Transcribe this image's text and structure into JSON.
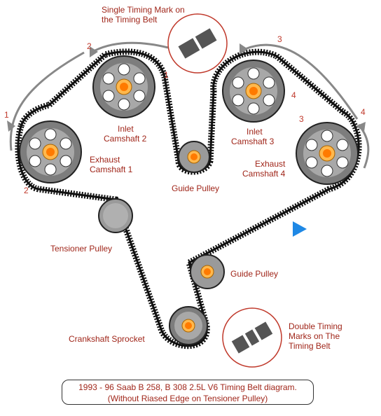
{
  "labels": {
    "single_mark": [
      "Single Timing Mark on",
      "the Timing Belt"
    ],
    "double_mark": [
      "Double Timing",
      "Marks on The",
      "Timing Belt"
    ],
    "inlet2": [
      "Inlet",
      "Camshaft 2"
    ],
    "inlet3": [
      "Inlet",
      "Camshaft 3"
    ],
    "exhaust1": [
      "Exhaust",
      "Camshaft 1"
    ],
    "exhaust4": [
      "Exhaust",
      "Camshaft 4"
    ],
    "guide_pulley_upper": "Guide Pulley",
    "guide_pulley_lower": "Guide Pulley",
    "tensioner": "Tensioner Pulley",
    "crankshaft": "Crankshaft Sprocket"
  },
  "marks": {
    "n1_left": "1",
    "n1_inlet": "1",
    "n2_top": "2",
    "n2_exhaust": "2",
    "n3_top": "3",
    "n3_exhaust": "3",
    "n4_inlet": "4",
    "n4_right": "4"
  },
  "caption": {
    "line1": "1993 - 96 Saab B 258, B 308 2.5L V6 Timing Belt diagram.",
    "line2": "(Without Riased Edge on Tensioner Pulley)"
  },
  "colors": {
    "belt": "#111111",
    "sprocket": "#8a8a8a",
    "hub": "#ff8c00",
    "label_red": "#c0392b",
    "arrow_blue": "#1e88e5"
  }
}
